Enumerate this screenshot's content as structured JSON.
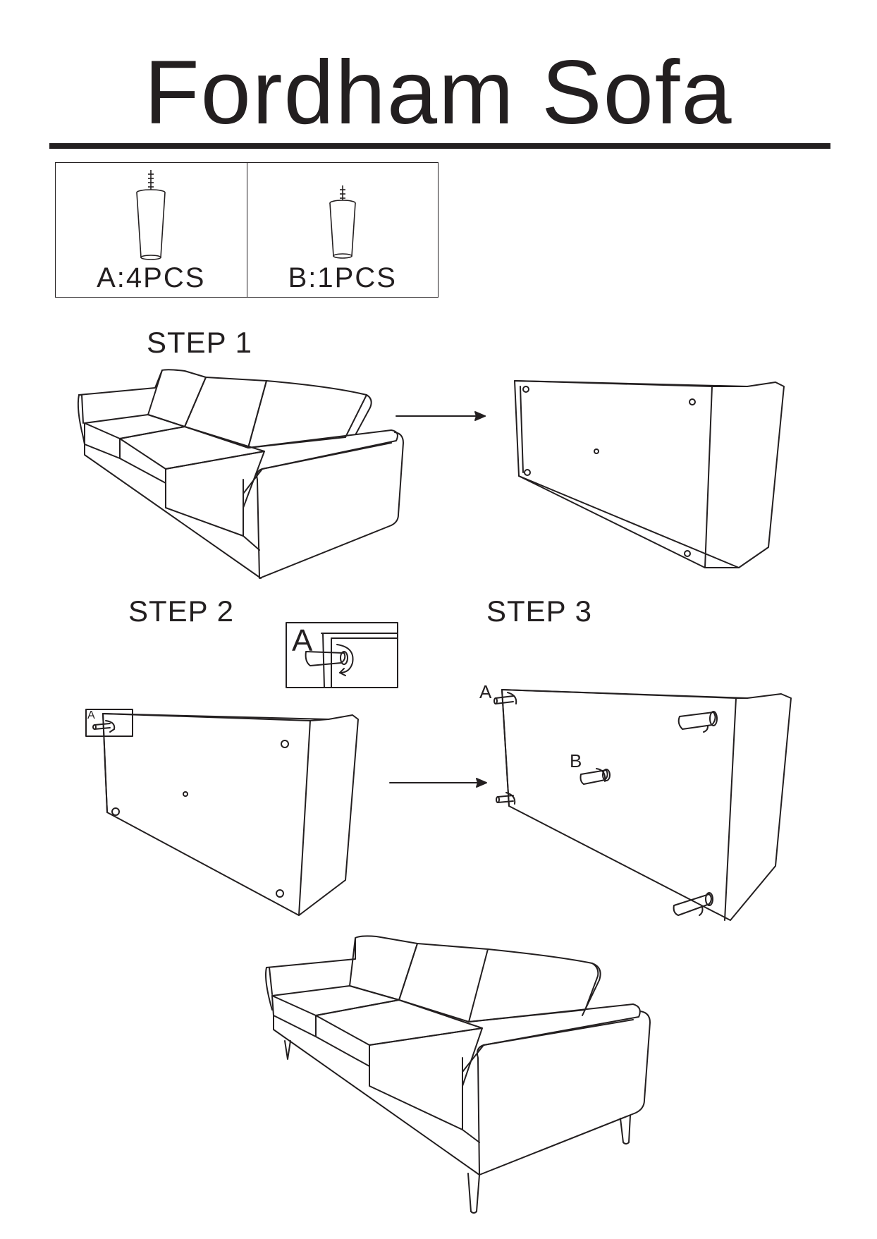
{
  "title": "Fordham Sofa",
  "parts": [
    {
      "label": "A:4PCS",
      "icon": "tall-tapered-leg-icon"
    },
    {
      "label": "B:1PCS",
      "icon": "short-tapered-leg-icon"
    }
  ],
  "steps": {
    "step1": "STEP 1",
    "step2": "STEP 2",
    "step3": "STEP 3"
  },
  "callouts": {
    "detail_a": "A",
    "step2_a": "A",
    "step3_a": "A",
    "step3_b": "B"
  }
}
